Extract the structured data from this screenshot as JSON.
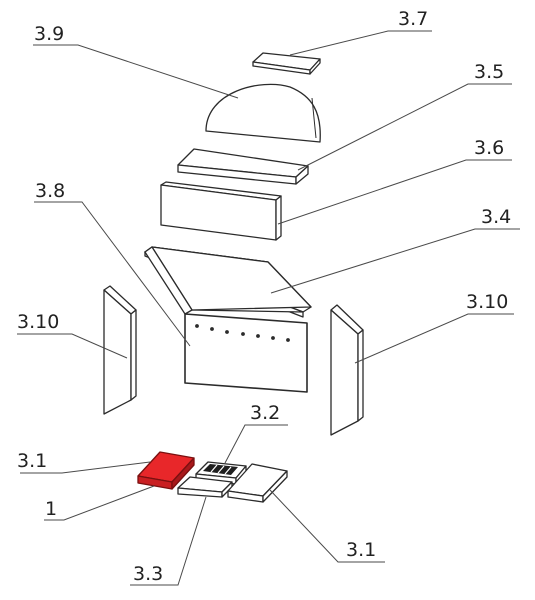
{
  "colors": {
    "highlight": "#e8272a",
    "highlight_dark": "#b01a1c",
    "line": "#2b2b2b",
    "background": "#ffffff"
  },
  "labels": {
    "p3_7": "3.7",
    "p3_9": "3.9",
    "p3_5": "3.5",
    "p3_6": "3.6",
    "p3_8": "3.8",
    "p3_4": "3.4",
    "p3_10_left": "3.10",
    "p3_10_right": "3.10",
    "p3_2": "3.2",
    "p3_1_left": "3.1",
    "p1": "1",
    "p3_1_right": "3.1",
    "p3_3": "3.3"
  }
}
